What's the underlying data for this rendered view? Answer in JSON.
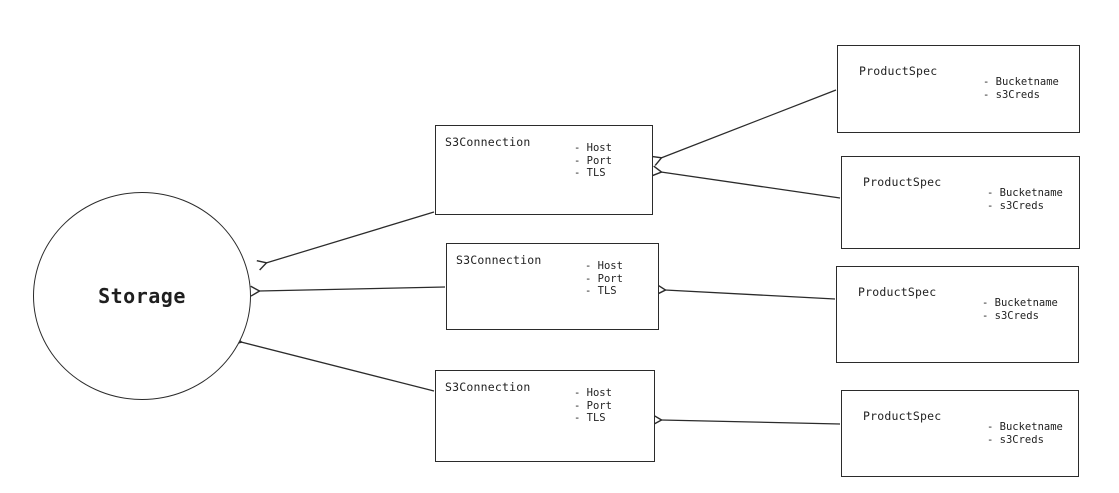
{
  "diagram": {
    "storage": {
      "label": "Storage"
    },
    "s3_connections": [
      {
        "label": "S3Connection",
        "attributes": [
          "- Host",
          "- Port",
          "- TLS"
        ]
      },
      {
        "label": "S3Connection",
        "attributes": [
          "- Host",
          "- Port",
          "- TLS"
        ]
      },
      {
        "label": "S3Connection",
        "attributes": [
          "- Host",
          "- Port",
          "- TLS"
        ]
      }
    ],
    "product_specs": [
      {
        "label": "ProductSpec",
        "attributes": [
          "- Bucketname",
          "- s3Creds"
        ]
      },
      {
        "label": "ProductSpec",
        "attributes": [
          "- Bucketname",
          "- s3Creds"
        ]
      },
      {
        "label": "ProductSpec",
        "attributes": [
          "- Bucketname",
          "- s3Creds"
        ]
      },
      {
        "label": "ProductSpec",
        "attributes": [
          "- Bucketname",
          "- s3Creds"
        ]
      }
    ],
    "edges": [
      {
        "from": "product_spec_1",
        "to": "s3_connection_1"
      },
      {
        "from": "product_spec_2",
        "to": "s3_connection_1"
      },
      {
        "from": "product_spec_3",
        "to": "s3_connection_2"
      },
      {
        "from": "product_spec_4",
        "to": "s3_connection_3"
      },
      {
        "from": "s3_connection_1",
        "to": "storage"
      },
      {
        "from": "s3_connection_2",
        "to": "storage"
      },
      {
        "from": "s3_connection_3",
        "to": "storage"
      }
    ],
    "colors": {
      "stroke": "#2b2b2b",
      "background": "#ffffff"
    }
  }
}
